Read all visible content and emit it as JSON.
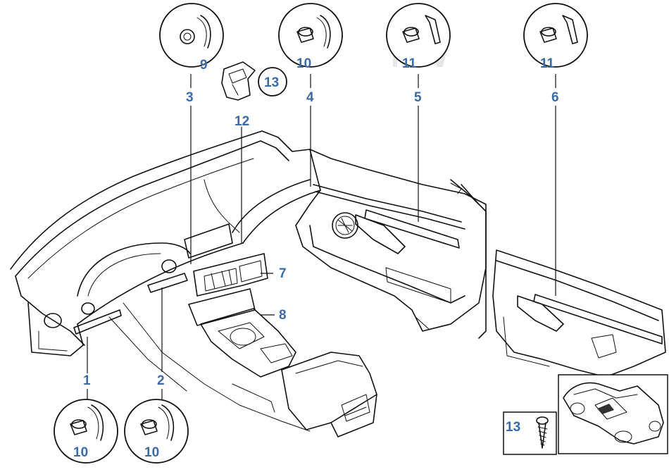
{
  "diagram": {
    "callouts": {
      "c1": "1",
      "c2": "2",
      "c3": "3",
      "c4": "4",
      "c5": "5",
      "c6": "6",
      "c7": "7",
      "c8": "8",
      "c9": "9",
      "c10a": "10",
      "c10b": "10",
      "c10c": "10",
      "c11a": "11",
      "c11b": "11",
      "c12": "12",
      "c13a": "13",
      "c13b": "13"
    },
    "watermark": "MW"
  },
  "colors": {
    "callout": "#3a6aa8",
    "line": "#111111",
    "background": "#ffffff"
  },
  "icons": [
    "clip-fastener-icon",
    "screw-icon",
    "car-silhouette-icon"
  ]
}
